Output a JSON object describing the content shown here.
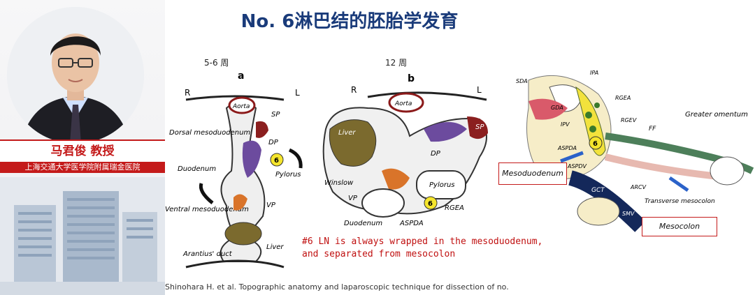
{
  "speaker": {
    "name": "马君俊 教授",
    "affiliation": "上海交通大学医学院附属瑞金医院"
  },
  "slide": {
    "title": "No. 6淋巴结的胚胎学发育",
    "panel_a": {
      "week_label": "5-6 周",
      "letter": "a",
      "left": "R",
      "right": "L",
      "labels": {
        "aorta": "Aorta",
        "sp": "SP",
        "dp": "DP",
        "dorsal": "Dorsal mesoduodenum",
        "duodenum": "Duodenum",
        "pylorus": "Pylorus",
        "ventral": "Ventral mesoduodenum",
        "vp": "VP",
        "liver": "Liver",
        "arantius": "Arantius' duct",
        "six": "6"
      }
    },
    "panel_b": {
      "week_label": "12 周",
      "letter": "b",
      "left": "R",
      "right": "L",
      "labels": {
        "aorta": "Aorta",
        "sp": "SP",
        "liver": "Liver",
        "dp": "DP",
        "winslow": "Winslow",
        "vp": "VP",
        "pylorus": "Pylorus",
        "six": "6",
        "rgea": "RGEA",
        "duodenum": "Duodenum",
        "aspda": "ASPDA"
      }
    },
    "panel_c": {
      "labels": {
        "sda": "SDA",
        "ipa": "IPA",
        "gda": "GDA",
        "rgea": "RGEA",
        "ipv": "IPV",
        "rgev": "RGEV",
        "greater_omentum": "Greater omentum",
        "ff": "FF",
        "aspda": "ASPDA",
        "aspdv": "ASPDV",
        "six": "6",
        "gct": "GCT",
        "arcv": "ARCV",
        "smv": "SMV",
        "transverse_mesocolon": "Transverse mesocolon"
      },
      "box_mesoduodenum": "Mesoduodenum",
      "box_mesocolon": "Mesocolon"
    },
    "note_line1": "#6 LN is always wrapped in the mesoduodenum,",
    "note_line2": "and separated from mesocolon",
    "citation": "Shinohara H. et al. Topographic anatomy and laparoscopic technique for dissection of no."
  },
  "colors": {
    "title": "#1a3b7a",
    "accent_red": "#c41a1a",
    "note_red": "#c01010"
  }
}
